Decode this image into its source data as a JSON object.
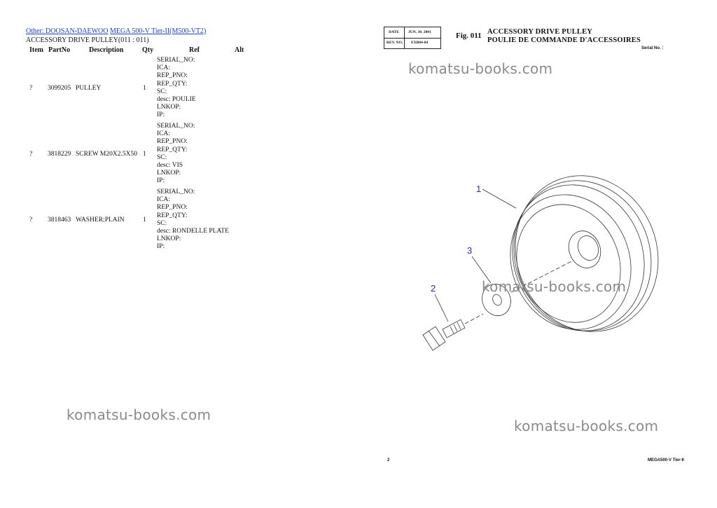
{
  "breadcrumb": {
    "link1": "Other: DOOSAN-DAEWOO",
    "link2": "MEGA 500-V Tier-II(M500-VT2)"
  },
  "page_title": "ACCESSORY DRIVE PULLEY(011 : 011)",
  "table": {
    "headers": {
      "item": "Item",
      "partno": "PartNo",
      "description": "Description",
      "qty": "Qty",
      "ref": "Ref",
      "alt": "Alt"
    },
    "rows": [
      {
        "item": "?",
        "partno": "3099205",
        "description": "PULLEY",
        "qty": "1",
        "ref": "SERIAL_NO:\nICA:\nREP_PNO:\nREP_QTY:\nSC:\ndesc: POULIE\nLNKOP:\nIP:"
      },
      {
        "item": "?",
        "partno": "3818229",
        "description": "SCREW M20X2.5X50",
        "qty": "1",
        "ref": "SERIAL_NO:\nICA:\nREP_PNO:\nREP_QTY:\nSC:\ndesc: VIS\nLNKOP:\nIP:"
      },
      {
        "item": "?",
        "partno": "3818463",
        "description": "WASHER;PLAIN",
        "qty": "1",
        "ref": "SERIAL_NO:\nICA:\nREP_PNO:\nREP_QTY:\nSC:\ndesc: RONDELLE PLATE\nLNKOP:\nIP:"
      }
    ]
  },
  "watermark": "komatsu-books.com",
  "figure": {
    "stamp_date_label": "DATE",
    "stamp_date_value": "JUN. 30. 2001",
    "stamp_rev_label": "REV. NO.",
    "stamp_rev_value": "EXB04-04",
    "fig_no": "Fig. 011",
    "title_en": "ACCESSORY DRIVE PULLEY",
    "title_fr": "POULIE DE COMMANDE D'ACCESSOIRES",
    "serial_label": "Serial No. :",
    "callouts": [
      "1",
      "2",
      "3"
    ],
    "page_number": "2",
    "footer_model": "MEGA500-V Tier-II"
  },
  "colors": {
    "link": "#1a3fd6",
    "callout": "#2233aa",
    "watermark": "#8a8a8a"
  }
}
